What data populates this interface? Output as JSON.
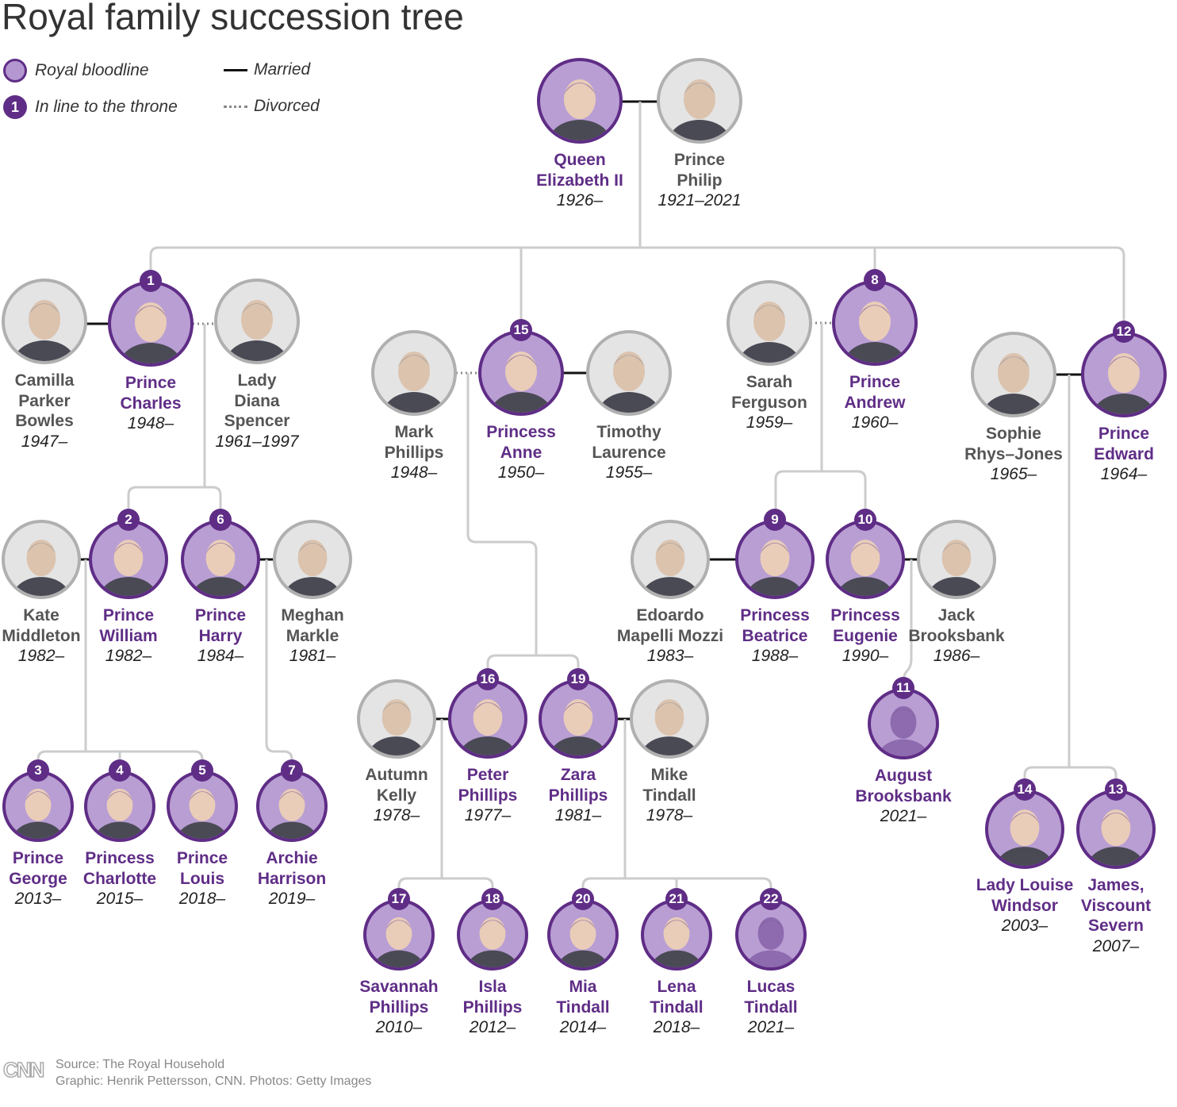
{
  "title": "Royal family succession tree",
  "legend": {
    "royal": "Royal bloodline",
    "in_line_number": "1",
    "in_line": "In line to the throne",
    "married": "Married",
    "divorced": "Divorced"
  },
  "colors": {
    "royal_border": "#5f2d86",
    "royal_fill": "#b99ed4",
    "common_border": "#b0b0b0",
    "line": "#cccccc"
  },
  "people": [
    {
      "id": "queen",
      "name": [
        "Queen",
        "Elizabeth II"
      ],
      "years": "1926–",
      "royal": true,
      "line": null
    },
    {
      "id": "philip",
      "name": [
        "Prince",
        "Philip"
      ],
      "years": "1921–2021",
      "royal": false,
      "line": null
    },
    {
      "id": "camilla",
      "name": [
        "Camilla",
        "Parker",
        "Bowles"
      ],
      "years": "1947–",
      "royal": false,
      "line": null
    },
    {
      "id": "charles",
      "name": [
        "Prince",
        "Charles"
      ],
      "years": "1948–",
      "royal": true,
      "line": "1"
    },
    {
      "id": "diana",
      "name": [
        "Lady",
        "Diana",
        "Spencer"
      ],
      "years": "1961–1997",
      "royal": false,
      "line": null
    },
    {
      "id": "mark",
      "name": [
        "Mark",
        "Phillips"
      ],
      "years": "1948–",
      "royal": false,
      "line": null
    },
    {
      "id": "anne",
      "name": [
        "Princess",
        "Anne"
      ],
      "years": "1950–",
      "royal": true,
      "line": "15"
    },
    {
      "id": "timothy",
      "name": [
        "Timothy",
        "Laurence"
      ],
      "years": "1955–",
      "royal": false,
      "line": null
    },
    {
      "id": "sarah",
      "name": [
        "Sarah",
        "Ferguson"
      ],
      "years": "1959–",
      "royal": false,
      "line": null
    },
    {
      "id": "andrew",
      "name": [
        "Prince",
        "Andrew"
      ],
      "years": "1960–",
      "royal": true,
      "line": "8"
    },
    {
      "id": "sophie",
      "name": [
        "Sophie",
        "Rhys–Jones"
      ],
      "years": "1965–",
      "royal": false,
      "line": null
    },
    {
      "id": "edward",
      "name": [
        "Prince",
        "Edward"
      ],
      "years": "1964–",
      "royal": true,
      "line": "12"
    },
    {
      "id": "kate",
      "name": [
        "Kate",
        "Middleton"
      ],
      "years": "1982–",
      "royal": false,
      "line": null
    },
    {
      "id": "william",
      "name": [
        "Prince",
        "William"
      ],
      "years": "1982–",
      "royal": true,
      "line": "2"
    },
    {
      "id": "harry",
      "name": [
        "Prince",
        "Harry"
      ],
      "years": "1984–",
      "royal": true,
      "line": "6"
    },
    {
      "id": "meghan",
      "name": [
        "Meghan",
        "Markle"
      ],
      "years": "1981–",
      "royal": false,
      "line": null
    },
    {
      "id": "edoardo",
      "name": [
        "Edoardo",
        "Mapelli Mozzi"
      ],
      "years": "1983–",
      "royal": false,
      "line": null
    },
    {
      "id": "beatrice",
      "name": [
        "Princess",
        "Beatrice"
      ],
      "years": "1988–",
      "royal": true,
      "line": "9"
    },
    {
      "id": "eugenie",
      "name": [
        "Princess",
        "Eugenie"
      ],
      "years": "1990–",
      "royal": true,
      "line": "10"
    },
    {
      "id": "jack",
      "name": [
        "Jack",
        "Brooksbank"
      ],
      "years": "1986–",
      "royal": false,
      "line": null
    },
    {
      "id": "autumn",
      "name": [
        "Autumn",
        "Kelly"
      ],
      "years": "1978–",
      "royal": false,
      "line": null
    },
    {
      "id": "peter",
      "name": [
        "Peter",
        "Phillips"
      ],
      "years": "1977–",
      "royal": true,
      "line": "16"
    },
    {
      "id": "zara",
      "name": [
        "Zara",
        "Phillips"
      ],
      "years": "1981–",
      "royal": true,
      "line": "19"
    },
    {
      "id": "mike",
      "name": [
        "Mike",
        "Tindall"
      ],
      "years": "1978–",
      "royal": false,
      "line": null
    },
    {
      "id": "august",
      "name": [
        "August",
        "Brooksbank"
      ],
      "years": "2021–",
      "royal": true,
      "line": "11"
    },
    {
      "id": "george",
      "name": [
        "Prince",
        "George"
      ],
      "years": "2013–",
      "royal": true,
      "line": "3"
    },
    {
      "id": "charlotte",
      "name": [
        "Princess",
        "Charlotte"
      ],
      "years": "2015–",
      "royal": true,
      "line": "4"
    },
    {
      "id": "louis",
      "name": [
        "Prince",
        "Louis"
      ],
      "years": "2018–",
      "royal": true,
      "line": "5"
    },
    {
      "id": "archie",
      "name": [
        "Archie",
        "Harrison"
      ],
      "years": "2019–",
      "royal": true,
      "line": "7"
    },
    {
      "id": "louise",
      "name": [
        "Lady Louise",
        "Windsor"
      ],
      "years": "2003–",
      "royal": true,
      "line": "14"
    },
    {
      "id": "james",
      "name": [
        "James,",
        "Viscount",
        "Severn"
      ],
      "years": "2007–",
      "royal": true,
      "line": "13"
    },
    {
      "id": "savannah",
      "name": [
        "Savannah",
        "Phillips"
      ],
      "years": "2010–",
      "royal": true,
      "line": "17"
    },
    {
      "id": "isla",
      "name": [
        "Isla",
        "Phillips"
      ],
      "years": "2012–",
      "royal": true,
      "line": "18"
    },
    {
      "id": "mia",
      "name": [
        "Mia",
        "Tindall"
      ],
      "years": "2014–",
      "royal": true,
      "line": "20"
    },
    {
      "id": "lena",
      "name": [
        "Lena",
        "Tindall"
      ],
      "years": "2018–",
      "royal": true,
      "line": "21"
    },
    {
      "id": "lucas",
      "name": [
        "Lucas",
        "Tindall"
      ],
      "years": "2021–",
      "royal": true,
      "line": "22"
    }
  ],
  "footer": {
    "logo": "CNN",
    "source": "Source: The Royal Household",
    "credit": "Graphic: Henrik Pettersson, CNN. Photos: Getty Images"
  }
}
